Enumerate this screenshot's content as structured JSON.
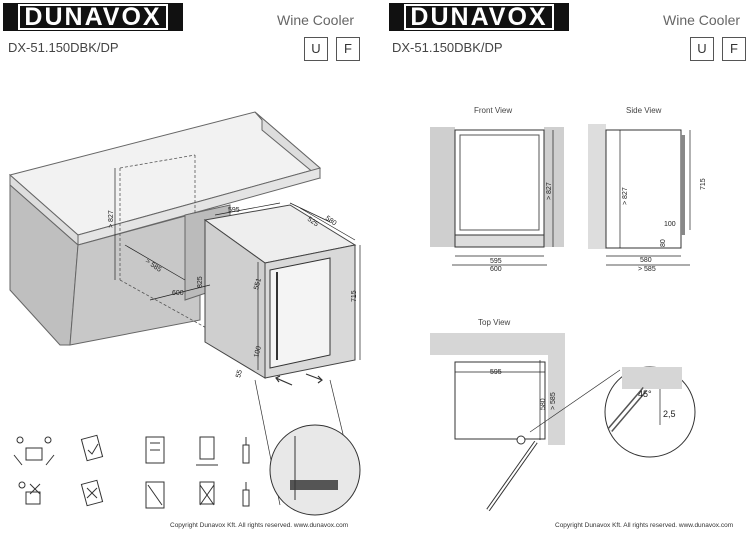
{
  "left": {
    "brand": "DUNAVOX",
    "product": "Wine Cooler",
    "model": "DX-51.150DBK/DP",
    "flags": [
      "U",
      "F"
    ],
    "dims": {
      "h827": "> 827",
      "d585": "> 585",
      "w600": "600",
      "w595": "595",
      "d580": "580",
      "d525": "525",
      "h715": "715",
      "h825": "825",
      "s551": "551",
      "b100": "100",
      "b55": "55"
    },
    "copyright": "Copyright Dunavox Kft. All rights reserved.   www.dunavox.com"
  },
  "right": {
    "brand": "DUNAVOX",
    "product": "Wine Cooler",
    "model": "DX-51.150DBK/DP",
    "flags": [
      "U",
      "F"
    ],
    "front_view": {
      "title": "Front View",
      "h827": "> 827",
      "w595": "595",
      "w600": "600"
    },
    "side_view": {
      "title": "Side View",
      "h827": "> 827",
      "h715": "715",
      "v100": "100",
      "v80": "80",
      "d580": "580",
      "d585": "> 585"
    },
    "top_view": {
      "title": "Top View",
      "w595": "595",
      "d580": "580",
      "d585": "> 585",
      "angle": "45°",
      "gap": "2,5"
    },
    "copyright": "Copyright Dunavox Kft. All rights reserved.   www.dunavox.com"
  }
}
